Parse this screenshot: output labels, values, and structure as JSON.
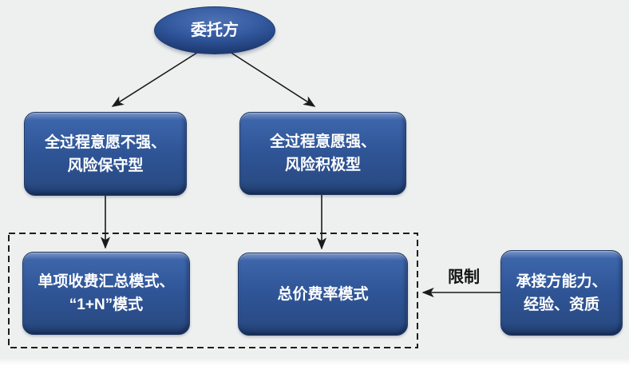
{
  "diagram": {
    "title_hint": "fee-mode selection flowchart",
    "colors": {
      "background": "#eef0ef",
      "node_fill": "#2f5597",
      "node_border": "#1f3864",
      "node_text": "#ffffff",
      "arrow": "#1a1a1a",
      "dashed_box": "#1c1c1c"
    },
    "nodes": {
      "client": {
        "label": "委托方",
        "shape": "ellipse"
      },
      "conservative": {
        "label": "全过程意愿不强、\n风险保守型",
        "shape": "rounded-rect"
      },
      "aggressive": {
        "label": "全过程意愿强、\n风险积极型",
        "shape": "rounded-rect"
      },
      "itemized_mode": {
        "label": "单项收费汇总模式、\n“1+N”模式",
        "shape": "rounded-rect"
      },
      "lump_sum_mode": {
        "label": "总价费率模式",
        "shape": "rounded-rect"
      },
      "contractor": {
        "label": "承接方能力、\n经验、资质",
        "shape": "rounded-rect"
      }
    },
    "edges": {
      "restrict_label": "限制"
    }
  }
}
